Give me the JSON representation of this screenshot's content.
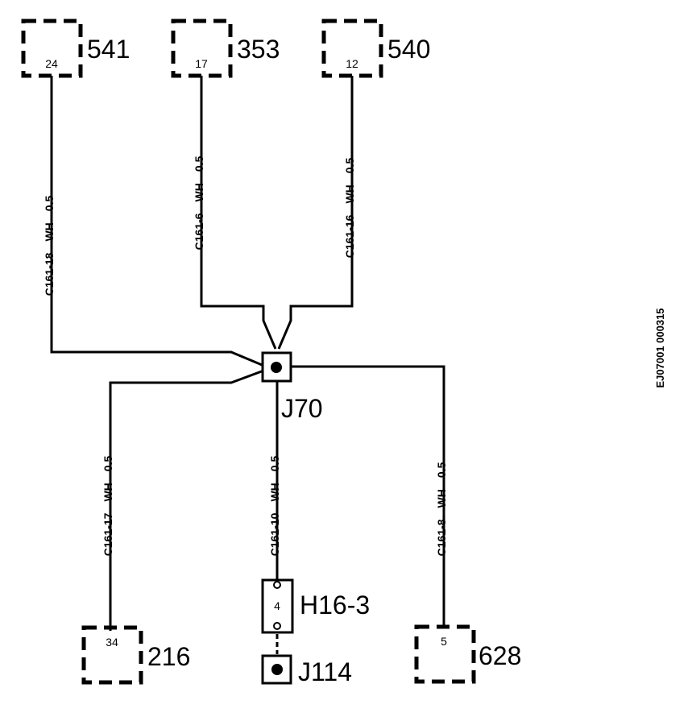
{
  "components": [
    {
      "id": "541",
      "pin": "24"
    },
    {
      "id": "353",
      "pin": "17"
    },
    {
      "id": "540",
      "pin": "12"
    },
    {
      "id": "216",
      "pin": "34"
    },
    {
      "id": "628",
      "pin": "5"
    }
  ],
  "wires": [
    {
      "circuit": "C161-18",
      "color": "WH",
      "size": "0.5"
    },
    {
      "circuit": "C161-6",
      "color": "WH",
      "size": "0.5"
    },
    {
      "circuit": "C161-16",
      "color": "WH",
      "size": "0.5"
    },
    {
      "circuit": "C161-17",
      "color": "WH",
      "size": "0.5"
    },
    {
      "circuit": "C161-10",
      "color": "WH",
      "size": "0.5"
    },
    {
      "circuit": "C161-8",
      "color": "WH",
      "size": "0.5"
    }
  ],
  "splice": {
    "label": "J70"
  },
  "connector": {
    "label": "H16-3",
    "pin": "4"
  },
  "jumper": {
    "label": "J114"
  },
  "figure_ref": "EJ07001 000315"
}
